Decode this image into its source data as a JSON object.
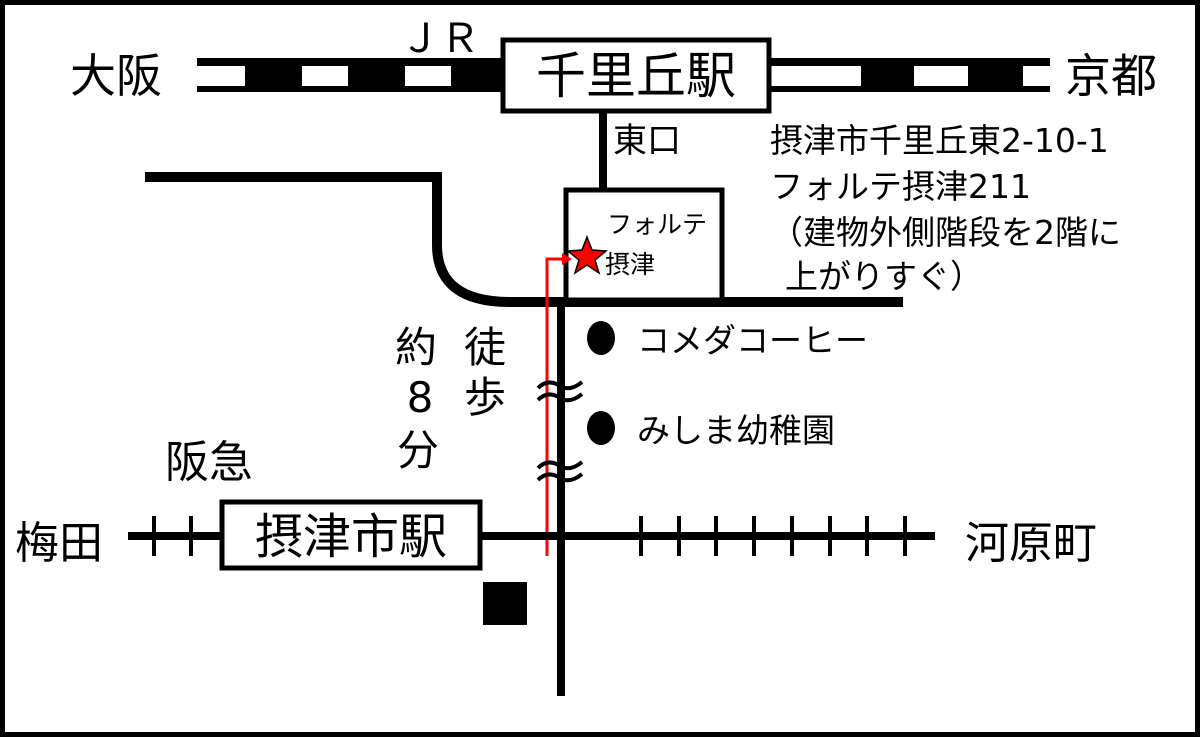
{
  "colors": {
    "route": "#ff0000",
    "star": "#ff0000",
    "ink": "#000000",
    "paper": "#ffffff"
  },
  "jr": {
    "line_label": "ＪＲ",
    "west_label": "大阪",
    "east_label": "京都",
    "station": "千里丘駅",
    "exit": "東口"
  },
  "destination": {
    "building_line1": "フォルテ",
    "building_line2": "摂津",
    "address_lines": [
      "摂津市千里丘東2-10-1",
      "フォルテ摂津211",
      "（建物外側階段を2階に",
      "上がりすぐ）"
    ],
    "marker_icon": "star-icon"
  },
  "walk": {
    "col1": [
      "約",
      "8",
      "分"
    ],
    "col2": [
      "徒",
      "歩"
    ]
  },
  "landmarks": [
    {
      "label": "コメダコーヒー",
      "icon": "dot-icon"
    },
    {
      "label": "みしま幼稚園",
      "icon": "dot-icon"
    }
  ],
  "hankyu": {
    "line_label": "阪急",
    "west_label": "梅田",
    "east_label": "河原町",
    "station": "摂津市駅"
  }
}
